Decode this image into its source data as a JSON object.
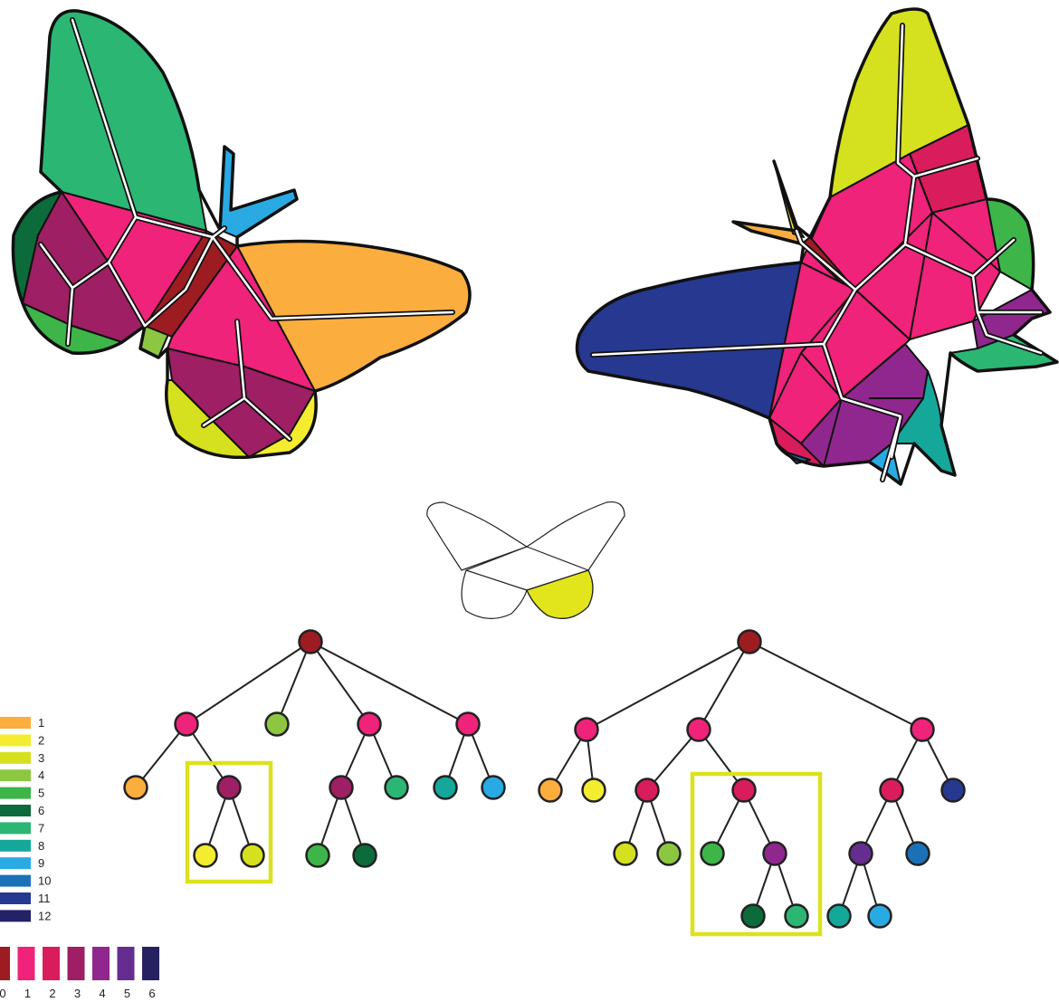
{
  "legend_leaf": {
    "entries": [
      {
        "label": "1",
        "color": "#fbad3e"
      },
      {
        "label": "2",
        "color": "#f4ec2f"
      },
      {
        "label": "3",
        "color": "#d5e01f"
      },
      {
        "label": "4",
        "color": "#8dc640"
      },
      {
        "label": "5",
        "color": "#3db549"
      },
      {
        "label": "6",
        "color": "#0b6b3a"
      },
      {
        "label": "7",
        "color": "#2cb674"
      },
      {
        "label": "8",
        "color": "#15a89a"
      },
      {
        "label": "9",
        "color": "#29aae2"
      },
      {
        "label": "10",
        "color": "#1b71b8"
      },
      {
        "label": "11",
        "color": "#273891"
      },
      {
        "label": "12",
        "color": "#232266"
      }
    ]
  },
  "legend_internal": {
    "entries": [
      {
        "label": "0",
        "color": "#9d1c22"
      },
      {
        "label": "1",
        "color": "#ee2379"
      },
      {
        "label": "2",
        "color": "#d91c5c"
      },
      {
        "label": "3",
        "color": "#9e1f63"
      },
      {
        "label": "4",
        "color": "#90278e"
      },
      {
        "label": "5",
        "color": "#662d91"
      },
      {
        "label": "6",
        "color": "#262262"
      }
    ]
  },
  "colors": {
    "outline": "#111111",
    "highlight_box": "#dbe21d",
    "small_butterfly_fill": "#e2e51c",
    "skeleton": "#ffffff"
  }
}
